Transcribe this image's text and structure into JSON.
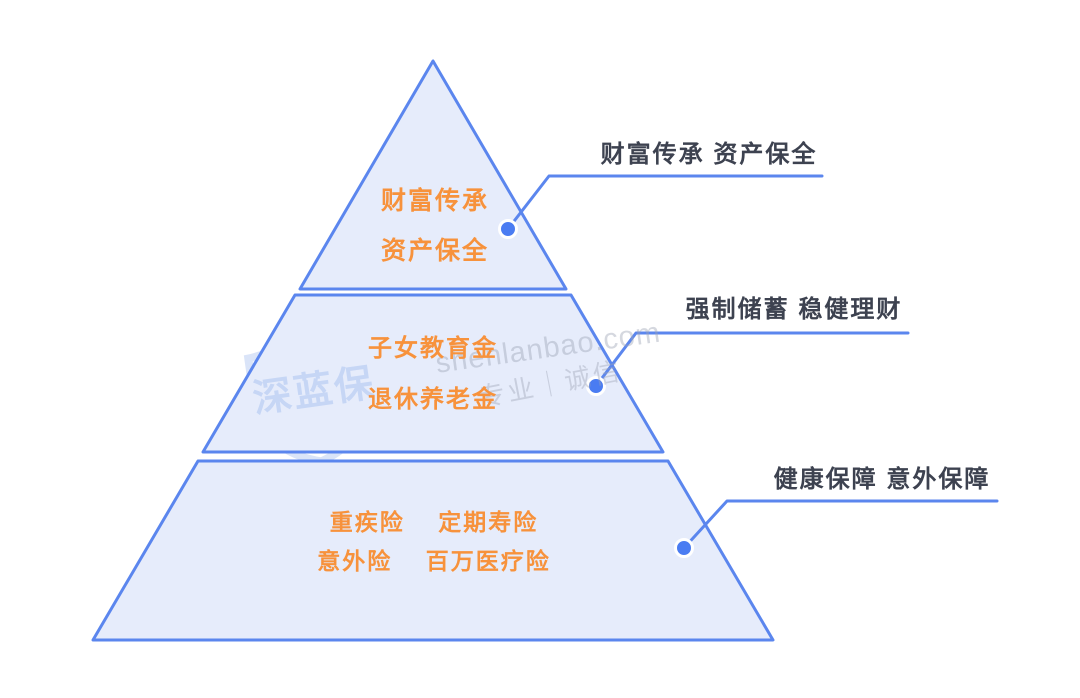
{
  "colors": {
    "accent-blue": "#5B86EE",
    "dot-blue": "#4A7CF2",
    "tier-fill": "#E6ECFB",
    "orange": "#F7923C",
    "ink": "#3D4250",
    "watermark-gray": "#9CA3B5",
    "watermark-blue": "#BCCFF4"
  },
  "pyramid": {
    "tiers": [
      {
        "name": "top",
        "lines": [
          "财富传承",
          "资产保全"
        ],
        "callout": "财富传承 资产保全"
      },
      {
        "name": "middle",
        "lines": [
          "子女教育金",
          "退休养老金"
        ],
        "callout": "强制储蓄 稳健理财"
      },
      {
        "name": "bottom",
        "lines": [
          "重疾险　 定期寿险",
          "意外险　 百万医疗险"
        ],
        "callout": "健康保障 意外保障"
      }
    ]
  },
  "watermark": {
    "brand": "深蓝保",
    "domain": "shenlanbao.com",
    "slogan": "专业｜诚信"
  }
}
